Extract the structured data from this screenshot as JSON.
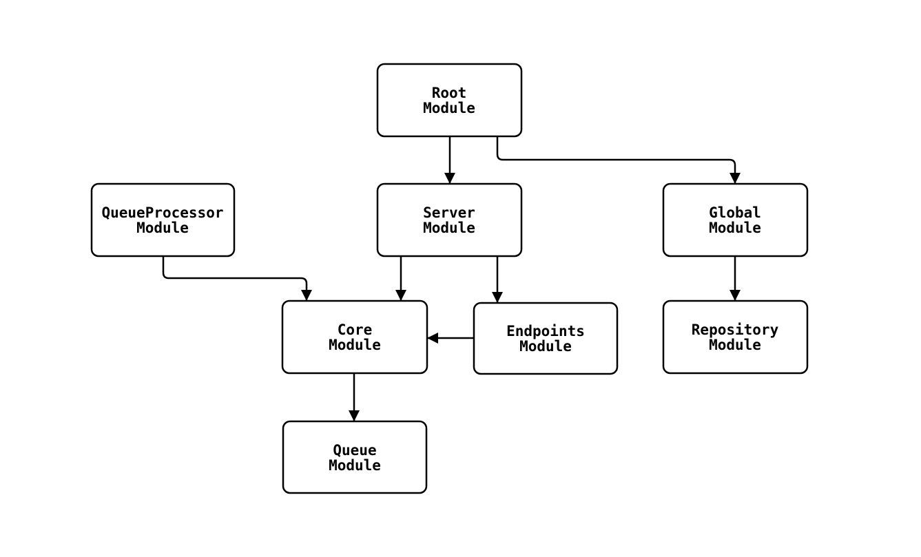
{
  "diagram": {
    "type": "flowchart",
    "direction": "top-down",
    "colors": {
      "background": "#ffffff",
      "node_fill": "#ffffff",
      "node_stroke": "#000000",
      "edge_stroke": "#000000",
      "text": "#000000"
    },
    "nodes": [
      {
        "id": "root",
        "lines": [
          "Root",
          "Module"
        ],
        "label": "Root Module"
      },
      {
        "id": "queueprocessor",
        "lines": [
          "QueueProcessor",
          "Module"
        ],
        "label": "QueueProcessor Module"
      },
      {
        "id": "server",
        "lines": [
          "Server",
          "Module"
        ],
        "label": "Server Module"
      },
      {
        "id": "global",
        "lines": [
          "Global",
          "Module"
        ],
        "label": "Global Module"
      },
      {
        "id": "core",
        "lines": [
          "Core",
          "Module"
        ],
        "label": "Core Module"
      },
      {
        "id": "endpoints",
        "lines": [
          "Endpoints",
          "Module"
        ],
        "label": "Endpoints Module"
      },
      {
        "id": "repository",
        "lines": [
          "Repository",
          "Module"
        ],
        "label": "Repository Module"
      },
      {
        "id": "queue",
        "lines": [
          "Queue",
          "Module"
        ],
        "label": "Queue Module"
      }
    ],
    "edges": [
      {
        "from": "Root Module",
        "to": "Server Module"
      },
      {
        "from": "Root Module",
        "to": "Global Module"
      },
      {
        "from": "QueueProcessor Module",
        "to": "Core Module"
      },
      {
        "from": "Server Module",
        "to": "Core Module"
      },
      {
        "from": "Server Module",
        "to": "Endpoints Module"
      },
      {
        "from": "Endpoints Module",
        "to": "Core Module"
      },
      {
        "from": "Global Module",
        "to": "Repository Module"
      },
      {
        "from": "Core Module",
        "to": "Queue Module"
      }
    ]
  }
}
